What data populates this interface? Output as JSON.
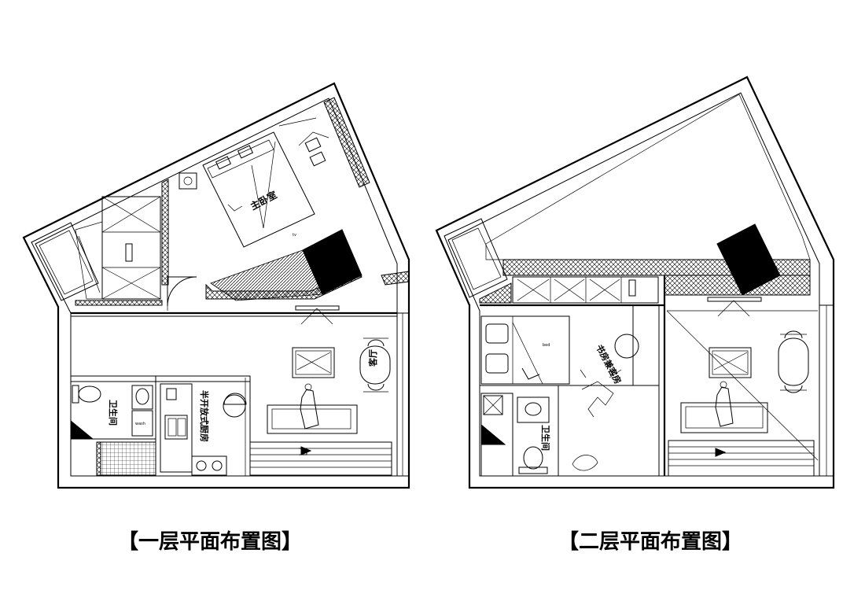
{
  "floor1": {
    "caption": "【一层平面布置图】",
    "rooms": {
      "master_bedroom": "主卧室",
      "living_room": "客厅",
      "bathroom": "卫生间",
      "kitchen": "半开放式厨房"
    }
  },
  "floor2": {
    "caption": "【二层平面布置图】",
    "rooms": {
      "study_guest": "书房兼客房",
      "bathroom": "卫生间"
    }
  }
}
